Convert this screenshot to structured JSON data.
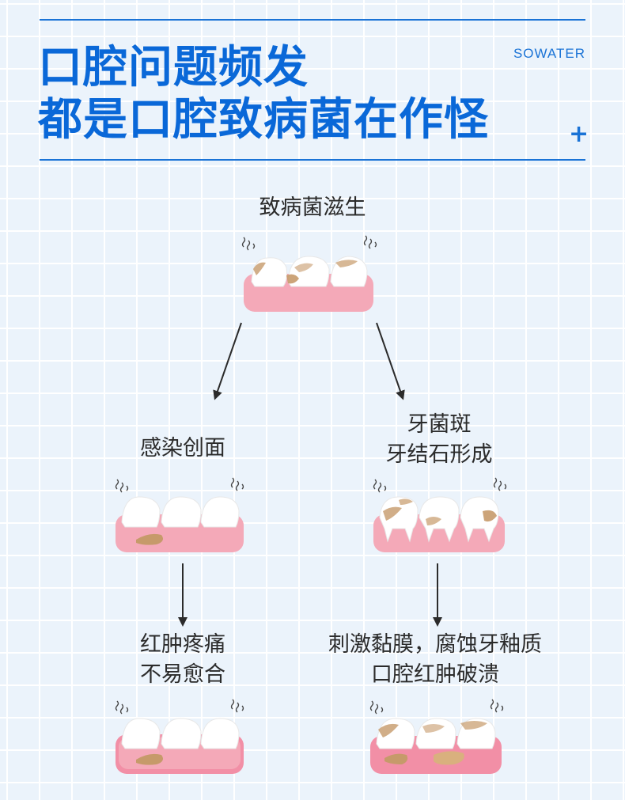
{
  "header": {
    "title_line1": "口腔问题频发",
    "title_line2": "都是口腔致病菌在作怪",
    "brand": "SOWATER",
    "plus_mark": "+"
  },
  "flow": {
    "top": {
      "label": "致病菌滋生"
    },
    "left_mid": {
      "label": "感染创面"
    },
    "right_mid": {
      "line1": "牙菌斑",
      "line2": "牙结石形成"
    },
    "left_bottom": {
      "line1": "红肿疼痛",
      "line2": "不易愈合"
    },
    "right_bottom": {
      "line1": "刺激黏膜，腐蚀牙釉质",
      "line2": "口腔红肿破溃"
    }
  },
  "colors": {
    "accent": "#0a68d8",
    "rule": "#1a73d6",
    "gum": "#f4a9b8",
    "tooth": "#ffffff",
    "plaque": "#c69a6a",
    "arrow": "#2b2b2b"
  },
  "icons": [
    "bacteria-squiggle-icon",
    "teeth-illustration"
  ]
}
